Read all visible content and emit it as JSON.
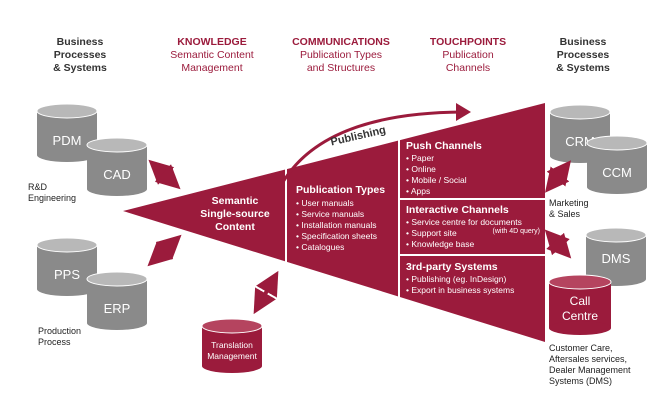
{
  "headers": {
    "left": [
      "Business",
      "Processes",
      "& Systems"
    ],
    "knowledge": {
      "title": "KNOWLEDGE",
      "lines": [
        "Semantic Content",
        "Management"
      ]
    },
    "communications": {
      "title": "COMMUNICATIONS",
      "lines": [
        "Publication Types",
        "and Structures"
      ]
    },
    "touchpoints": {
      "title": "TOUCHPOINTS",
      "lines": [
        "Publication",
        "Channels"
      ]
    },
    "right": [
      "Business",
      "Processes",
      "& Systems"
    ]
  },
  "left_systems": {
    "pdm": "PDM",
    "cad": "CAD",
    "rd_label": [
      "R&D",
      "Engineering"
    ],
    "pps": "PPS",
    "erp": "ERP",
    "production_label": [
      "Production",
      "Process"
    ]
  },
  "center": {
    "semantic": [
      "Semantic",
      "Single-source",
      "Content"
    ],
    "publishing": "Publishing",
    "publication_types": {
      "title": "Publication Types",
      "items": [
        "User manuals",
        "Service manuals",
        "Installation manuals",
        "Specification sheets",
        "Catalogues"
      ]
    },
    "translation": [
      "Translation",
      "Management"
    ]
  },
  "channels": {
    "push": {
      "title": "Push Channels",
      "items": [
        "Paper",
        "Online",
        "Mobile / Social",
        "Apps"
      ]
    },
    "interactive": {
      "title": "Interactive Channels",
      "items": [
        "Service centre for documents",
        "Support site",
        "Knowledge base"
      ],
      "note": "(with 4D query)"
    },
    "third_party": {
      "title": "3rd-party Systems",
      "items": [
        "Publishing (eg. InDesign)",
        "Export in business systems"
      ]
    }
  },
  "right_systems": {
    "crm": "CRM",
    "ccm": "CCM",
    "marketing_label": [
      "Marketing",
      "& Sales"
    ],
    "dms": "DMS",
    "call_centre": [
      "Call",
      "Centre"
    ],
    "care_label": [
      "Customer Care,",
      "Aftersales services,",
      "Dealer Management",
      "Systems (DMS)"
    ]
  },
  "colors": {
    "accent": "#9b1b3c",
    "cylinder_gray": "#8a8a8a",
    "cylinder_dark": "#6f6f6f",
    "cylinder_top": "#b5b5b5"
  }
}
